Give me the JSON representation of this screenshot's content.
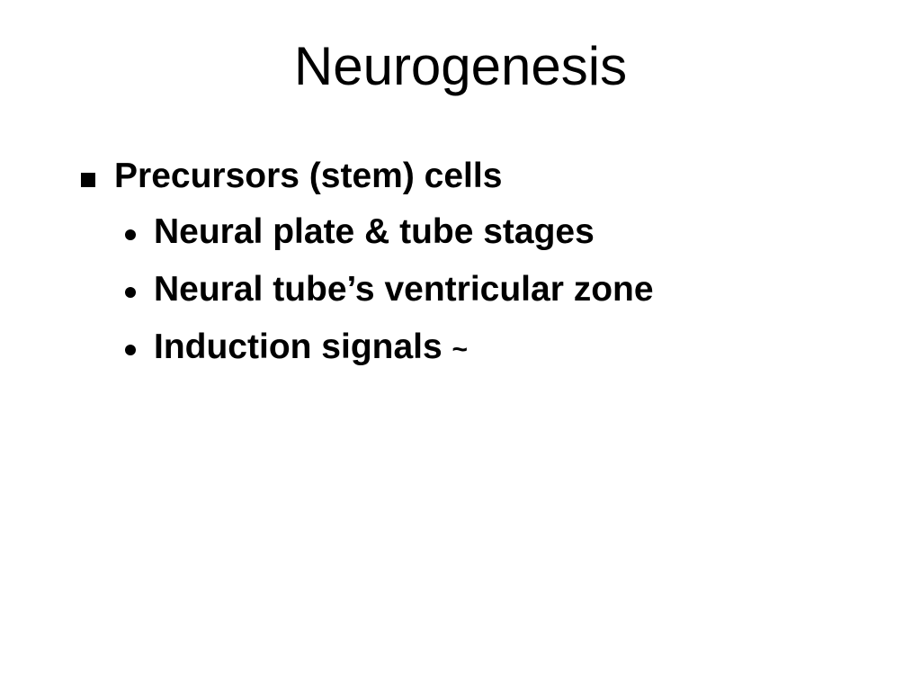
{
  "slide": {
    "title": "Neurogenesis",
    "bullets": [
      {
        "text": "Precursors (stem) cells",
        "children": [
          {
            "text": "Neural plate & tube stages"
          },
          {
            "text": "Neural tube’s ventricular zone"
          },
          {
            "text": "Induction signals",
            "suffix": "~"
          }
        ]
      }
    ],
    "colors": {
      "background": "#ffffff",
      "text": "#000000"
    },
    "icons": {
      "level1_marker": "square-bullet-icon",
      "level2_marker": "round-bullet-icon"
    }
  }
}
